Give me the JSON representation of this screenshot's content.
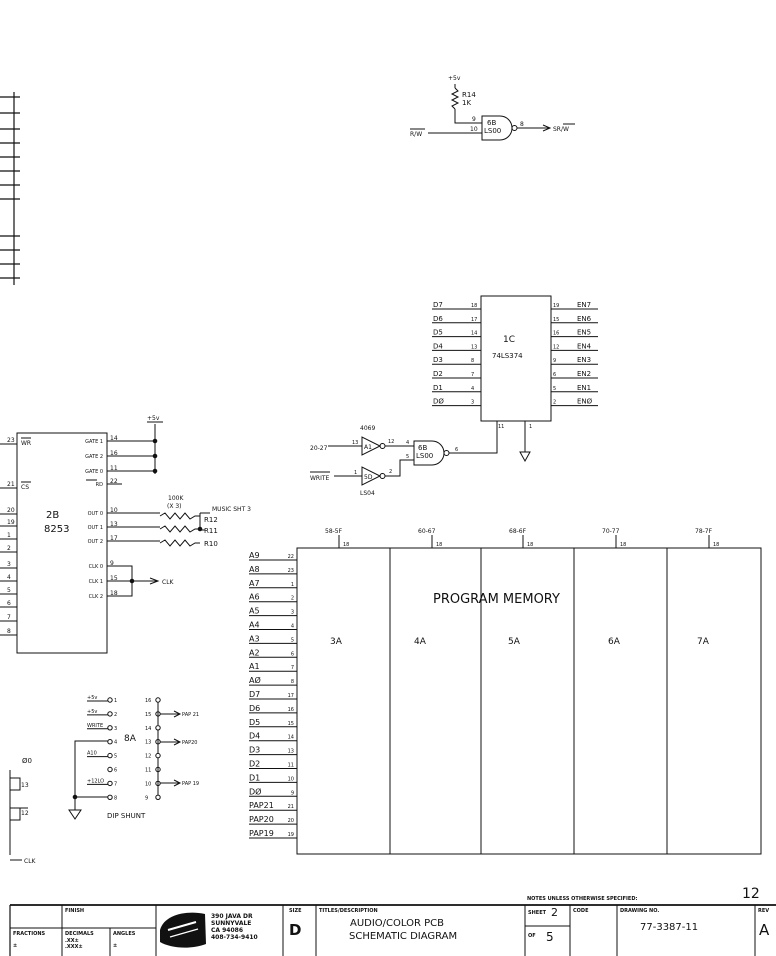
{
  "top_gate": {
    "supply": "+5v",
    "resistor_ref": "R14",
    "resistor_val": "1K",
    "pin_a": "9",
    "pin_b": "10",
    "pin_out": "8",
    "gate_ref": "6B",
    "gate_type": "LS00",
    "input_label": "R/W",
    "output_label": "SR/W"
  },
  "latch": {
    "ref": "1C",
    "part": "74LS374",
    "inputs": [
      {
        "name": "D7",
        "pin": "18"
      },
      {
        "name": "D6",
        "pin": "17"
      },
      {
        "name": "D5",
        "pin": "14"
      },
      {
        "name": "D4",
        "pin": "13"
      },
      {
        "name": "D3",
        "pin": "8"
      },
      {
        "name": "D2",
        "pin": "7"
      },
      {
        "name": "D1",
        "pin": "4"
      },
      {
        "name": "DØ",
        "pin": "3"
      }
    ],
    "outputs": [
      {
        "name": "EN7",
        "pin": "19"
      },
      {
        "name": "EN6",
        "pin": "15"
      },
      {
        "name": "EN5",
        "pin": "16"
      },
      {
        "name": "EN4",
        "pin": "12"
      },
      {
        "name": "EN3",
        "pin": "9"
      },
      {
        "name": "EN2",
        "pin": "6"
      },
      {
        "name": "EN1",
        "pin": "5"
      },
      {
        "name": "ENØ",
        "pin": "2"
      }
    ],
    "clk_pin": "11",
    "oe_pin": "1"
  },
  "decode": {
    "inv_part": "4069",
    "inv1_ref": "A1",
    "inv2_ref": "5D",
    "inv2_part": "LS04",
    "in1_label": "20-27",
    "in2_label": "WRITE",
    "pin13": "13",
    "pin12": "12",
    "pin1": "1",
    "pin2": "2",
    "gate_ref": "6B",
    "gate_type": "LS00",
    "pin4": "4",
    "pin5": "5",
    "pin6": "6"
  },
  "timer": {
    "ref": "2B",
    "part": "8253",
    "supply": "+5v",
    "left_pins": [
      {
        "pin": "23",
        "name": "WR"
      },
      {
        "pin": "21",
        "name": "CS"
      },
      {
        "pin": "20",
        "name": ""
      },
      {
        "pin": "19",
        "name": ""
      },
      {
        "pin": "1",
        "name": ""
      },
      {
        "pin": "2",
        "name": ""
      },
      {
        "pin": "3",
        "name": ""
      },
      {
        "pin": "4",
        "name": ""
      },
      {
        "pin": "5",
        "name": ""
      },
      {
        "pin": "6",
        "name": ""
      },
      {
        "pin": "7",
        "name": ""
      },
      {
        "pin": "8",
        "name": ""
      }
    ],
    "right_pins": [
      {
        "name": "GATE 1",
        "pin": "14"
      },
      {
        "name": "GATE 2",
        "pin": "16"
      },
      {
        "name": "GATE 0",
        "pin": "11"
      },
      {
        "name": "RD",
        "pin": "22"
      },
      {
        "name": "OUT 0",
        "pin": "10"
      },
      {
        "name": "OUT 1",
        "pin": "13"
      },
      {
        "name": "OUT 2",
        "pin": "17"
      },
      {
        "name": "CLK 0",
        "pin": "9"
      },
      {
        "name": "CLK 1",
        "pin": "15"
      },
      {
        "name": "CLK 2",
        "pin": "18"
      }
    ],
    "res_value": "100K",
    "res_count": "(X 3)",
    "res_refs": [
      "R12",
      "R11",
      "R10"
    ],
    "music_label": "MUSIC SHT 3",
    "clk_label": "CLK"
  },
  "memory": {
    "title": "PROGRAM MEMORY",
    "chips": [
      "3A",
      "4A",
      "5A",
      "6A",
      "7A"
    ],
    "ranges": [
      "58-5F",
      "60-67",
      "68-6F",
      "70-77",
      "78-7F"
    ],
    "cs_pin": "18",
    "signals": [
      {
        "name": "A9",
        "pin": "22"
      },
      {
        "name": "A8",
        "pin": "23"
      },
      {
        "name": "A7",
        "pin": "1"
      },
      {
        "name": "A6",
        "pin": "2"
      },
      {
        "name": "A5",
        "pin": "3"
      },
      {
        "name": "A4",
        "pin": "4"
      },
      {
        "name": "A3",
        "pin": "5"
      },
      {
        "name": "A2",
        "pin": "6"
      },
      {
        "name": "A1",
        "pin": "7"
      },
      {
        "name": "AØ",
        "pin": "8"
      },
      {
        "name": "D7",
        "pin": "17"
      },
      {
        "name": "D6",
        "pin": "16"
      },
      {
        "name": "D5",
        "pin": "15"
      },
      {
        "name": "D4",
        "pin": "14"
      },
      {
        "name": "D3",
        "pin": "13"
      },
      {
        "name": "D2",
        "pin": "11"
      },
      {
        "name": "D1",
        "pin": "10"
      },
      {
        "name": "DØ",
        "pin": "9"
      },
      {
        "name": "PAP21",
        "pin": "21"
      },
      {
        "name": "PAP20",
        "pin": "20"
      },
      {
        "name": "PAP19",
        "pin": "19"
      }
    ]
  },
  "dip": {
    "ref": "8A",
    "left": [
      {
        "label": "+5v",
        "pin": "1"
      },
      {
        "label": "+5v",
        "pin": "2"
      },
      {
        "label": "WRITE",
        "pin": "3"
      },
      {
        "label": "",
        "pin": "4"
      },
      {
        "label": "A10",
        "pin": "5"
      },
      {
        "label": "",
        "pin": "6"
      },
      {
        "label": "+12LO",
        "pin": "7"
      },
      {
        "label": "",
        "pin": "8"
      }
    ],
    "right_pins": [
      "16",
      "15",
      "14",
      "13",
      "12",
      "11",
      "10",
      "9"
    ],
    "pap_labels": [
      "PAP 21",
      "PAP20",
      "PAP 19"
    ],
    "caption": "DIP SHUNT"
  },
  "left_edge": {
    "phi0": "Ø0",
    "pin13": "13",
    "pin12": "12",
    "clk": "CLK"
  },
  "title_block": {
    "notes": "NOTES UNLESS OTHERWISE SPECIFIED:",
    "page_number": "12",
    "finish": "FINISH",
    "fractions": "FRACTIONS",
    "fractions_val": "±",
    "decimals": "DECIMALS",
    "decimals_xx": ".XX±",
    "decimals_xxx": ".XXX±",
    "angles": "ANGLES",
    "angles_val": "±",
    "address": [
      "390 JAVA DR",
      "SUNNYVALE",
      "CA 94086",
      "408-734-9410"
    ],
    "size_label": "SIZE",
    "size": "D",
    "title_label": "TITLES/DESCRIPTION",
    "title_line1": "AUDIO/COLOR PCB",
    "title_line2": "SCHEMATIC DIAGRAM",
    "sheet_label": "SHEET",
    "sheet": "2",
    "of_label": "OF",
    "of": "5",
    "code_label": "CODE",
    "drawing_label": "DRAWING NO.",
    "drawing_no": "77-3387-11",
    "rev_label": "REV",
    "rev": "A"
  }
}
